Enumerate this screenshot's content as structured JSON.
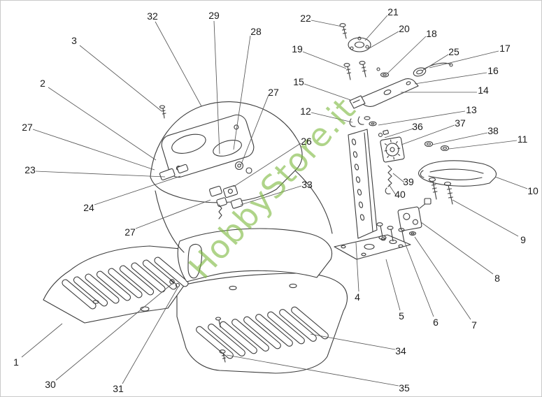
{
  "diagram": {
    "type": "exploded-parts-diagram",
    "subject": "tractor mower footboard, dashboard console and steering column assembly"
  },
  "colors": {
    "line": "#3c3c3c",
    "watermark_green": "#7ab83a",
    "background": "#ffffff"
  },
  "watermark": {
    "text": "HobbyStore.it"
  },
  "callouts": [
    {
      "label": "1"
    },
    {
      "label": "2"
    },
    {
      "label": "3"
    },
    {
      "label": "4"
    },
    {
      "label": "5"
    },
    {
      "label": "6"
    },
    {
      "label": "7"
    },
    {
      "label": "8"
    },
    {
      "label": "9"
    },
    {
      "label": "10"
    },
    {
      "label": "11"
    },
    {
      "label": "12"
    },
    {
      "label": "13"
    },
    {
      "label": "14"
    },
    {
      "label": "15"
    },
    {
      "label": "16"
    },
    {
      "label": "17"
    },
    {
      "label": "18"
    },
    {
      "label": "19"
    },
    {
      "label": "20"
    },
    {
      "label": "21"
    },
    {
      "label": "22"
    },
    {
      "label": "23"
    },
    {
      "label": "24"
    },
    {
      "label": "25"
    },
    {
      "label": "26"
    },
    {
      "label": "27"
    },
    {
      "label": "27"
    },
    {
      "label": "27"
    },
    {
      "label": "28"
    },
    {
      "label": "29"
    },
    {
      "label": "30"
    },
    {
      "label": "31"
    },
    {
      "label": "32"
    },
    {
      "label": "33"
    },
    {
      "label": "34"
    },
    {
      "label": "35"
    },
    {
      "label": "36"
    },
    {
      "label": "37"
    },
    {
      "label": "38"
    },
    {
      "label": "39"
    },
    {
      "label": "40"
    }
  ]
}
